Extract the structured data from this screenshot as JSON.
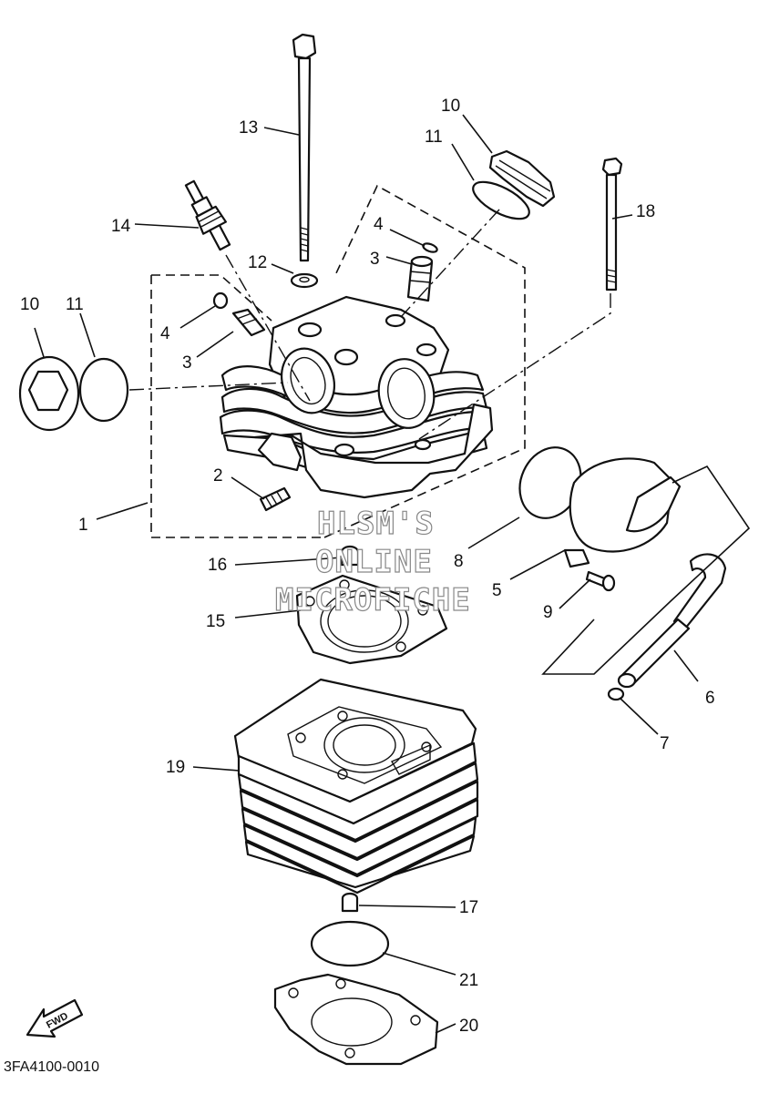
{
  "diagram": {
    "labels": [
      {
        "id": "10a",
        "text": "10"
      },
      {
        "id": "11a",
        "text": "11"
      },
      {
        "id": "13",
        "text": "13"
      },
      {
        "id": "10b",
        "text": "10"
      },
      {
        "id": "11b",
        "text": "11"
      },
      {
        "id": "14",
        "text": "14"
      },
      {
        "id": "12",
        "text": "12"
      },
      {
        "id": "4a",
        "text": "4"
      },
      {
        "id": "3a",
        "text": "3"
      },
      {
        "id": "18",
        "text": "18"
      },
      {
        "id": "4b",
        "text": "4"
      },
      {
        "id": "3b",
        "text": "3"
      },
      {
        "id": "2",
        "text": "2"
      },
      {
        "id": "1",
        "text": "1"
      },
      {
        "id": "16",
        "text": "16"
      },
      {
        "id": "8",
        "text": "8"
      },
      {
        "id": "5",
        "text": "5"
      },
      {
        "id": "15",
        "text": "15"
      },
      {
        "id": "9",
        "text": "9"
      },
      {
        "id": "6",
        "text": "6"
      },
      {
        "id": "7",
        "text": "7"
      },
      {
        "id": "19",
        "text": "19"
      },
      {
        "id": "17",
        "text": "17"
      },
      {
        "id": "21",
        "text": "21"
      },
      {
        "id": "20",
        "text": "20"
      }
    ],
    "watermark": [
      "HLSM'S",
      "ONLINE",
      "MICROFICHE"
    ],
    "fwd_label": "FWD",
    "diagram_code": "3FA4100-0010"
  }
}
